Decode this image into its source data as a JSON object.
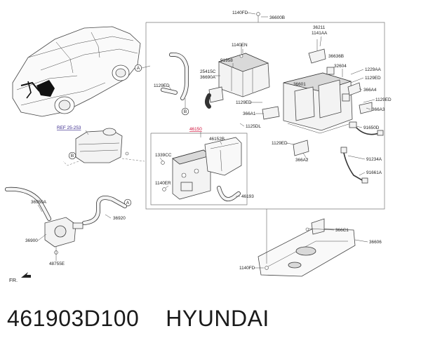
{
  "diagram": {
    "labels": {
      "l1140fd_top": "1140FD",
      "l36600b": "36600B",
      "l36211": "36211",
      "l1141aa": "1141AA",
      "l36636b": "36636B",
      "l1140en": "1140EN",
      "l91958": "91958",
      "l25415c": "25415C",
      "l36690a": "36690A",
      "l32604": "32604",
      "l1229aa": "1229AA",
      "l1129ed_r1": "1129ED",
      "l1129ed_left": "1129ED",
      "l36601": "36601",
      "l366a4": "366A4",
      "l1129ed_r2": "1129ED",
      "l1129ed_mid": "1129ED",
      "l366a3": "366A3",
      "l366a1": "366A1",
      "l1125dl": "1125DL",
      "l91650d": "91650D",
      "l46150": "46150",
      "l46152b": "46152B",
      "l1129ed_low": "1129ED",
      "l91234a": "91234A",
      "l366a2": "366A2",
      "l1339cc": "1339CC",
      "l91661a": "91661A",
      "l1140er": "1140ER",
      "l46193": "46193",
      "l36950a": "36950A",
      "l36920": "36920",
      "l36ac1": "366C1",
      "l36900": "36900",
      "l36606": "36606",
      "l48755e": "48755E",
      "l1140fd_bot": "1140FD",
      "ref": "REF 25-253",
      "fr": "FR."
    },
    "callouts": {
      "a1": "A",
      "a2": "A",
      "b1": "B",
      "b2": "B"
    },
    "highlight_color": "#d0103a"
  },
  "caption": {
    "part_number": "461903D100",
    "brand": "HYUNDAI"
  }
}
